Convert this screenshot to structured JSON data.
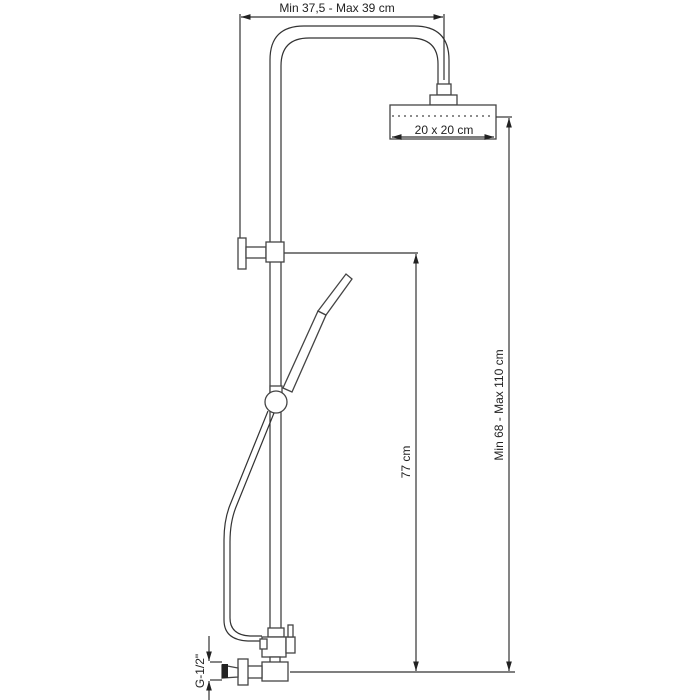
{
  "title": "Shower column technical drawing",
  "dimensions": {
    "width_range": "Min 37,5 - Max 39 cm",
    "head_size": "20 x 20 cm",
    "height_range": "Min 68 - Max 110 cm",
    "slider_height": "77 cm",
    "connection": "G-1/2\""
  }
}
